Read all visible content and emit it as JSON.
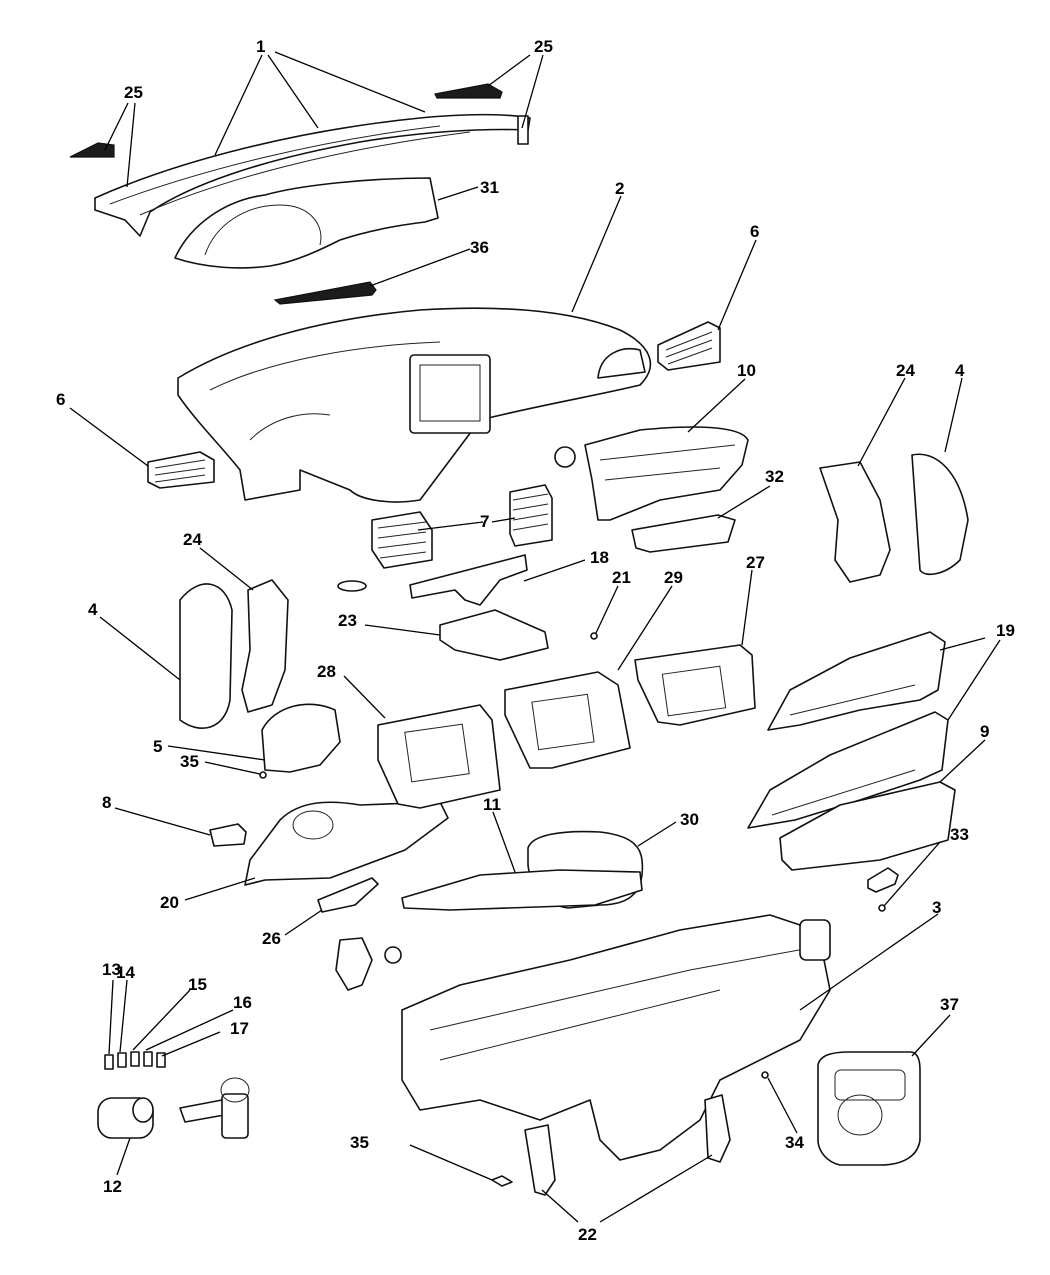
{
  "callouts": [
    "1",
    "2",
    "3",
    "4",
    "5",
    "6",
    "7",
    "8",
    "9",
    "10",
    "11",
    "12",
    "13",
    "14",
    "15",
    "16",
    "17",
    "18",
    "19",
    "20",
    "21",
    "22",
    "23",
    "24",
    "25",
    "26",
    "27",
    "28",
    "29",
    "30",
    "31",
    "32",
    "33",
    "34",
    "35",
    "36",
    "37"
  ],
  "colors": {
    "ink": "#111111",
    "paper": "#ffffff",
    "dark_fill": "#1c1c1c"
  }
}
